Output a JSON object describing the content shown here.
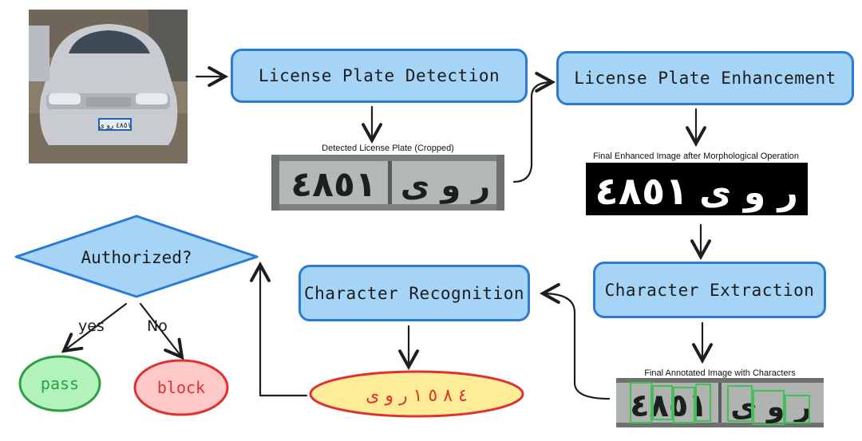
{
  "nodes": {
    "detection": "License Plate Detection",
    "enhancement": "License Plate Enhancement",
    "extraction": "Character Extraction",
    "recognition": "Character Recognition",
    "decision": "Authorized?",
    "pass": "pass",
    "block": "block",
    "result": "٤ ٨ ٥ ١ ر و ى"
  },
  "captions": {
    "detected": "Detected License Plate (Cropped)",
    "enhanced": "Final Enhanced Image after Morphological Operation",
    "annotated": "Final Annotated Image with Characters"
  },
  "edges": {
    "yes": "yes",
    "no": "No"
  },
  "plate": {
    "digits": "٤٨٥١",
    "letters": "ر و ى",
    "enhanced_digits": "٤٨٥١",
    "enhanced_letters": "ر و ى"
  },
  "colors": {
    "box_fill": "#a6d4f7",
    "box_stroke": "#2a7bd4",
    "pass_fill": "#b2f2bb",
    "pass_stroke": "#2f9e44",
    "block_fill": "#ffc9c9",
    "block_stroke": "#e03131",
    "result_fill": "#ffec99",
    "result_stroke": "#e03131",
    "annot_box": "#40c057"
  }
}
